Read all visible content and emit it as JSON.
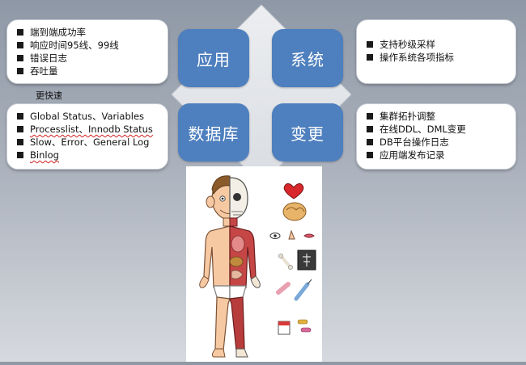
{
  "hubs": {
    "app": "应用",
    "system": "系统",
    "database": "数据库",
    "change": "变更"
  },
  "panels": {
    "app_metrics": [
      "端到端成功率",
      "响应时间95线、99线",
      "错误日志",
      "吞吐量"
    ],
    "system_metrics": [
      "支持秒级采样",
      "操作系统各项指标"
    ],
    "db_metrics": [
      "Global Status、Variables",
      "Processlist、Innodb Status",
      "Slow、Error、General Log",
      "Binlog"
    ],
    "change_items": [
      "集群拓扑调整",
      "在线DDL、DML变更",
      "DB平台操作日志",
      "应用端发布记录"
    ]
  },
  "note": "更快速",
  "colors": {
    "hub_fill": "#4e7fbe",
    "diamond_fill": "#e4e6ea",
    "panel_fill": "#ffffff"
  }
}
